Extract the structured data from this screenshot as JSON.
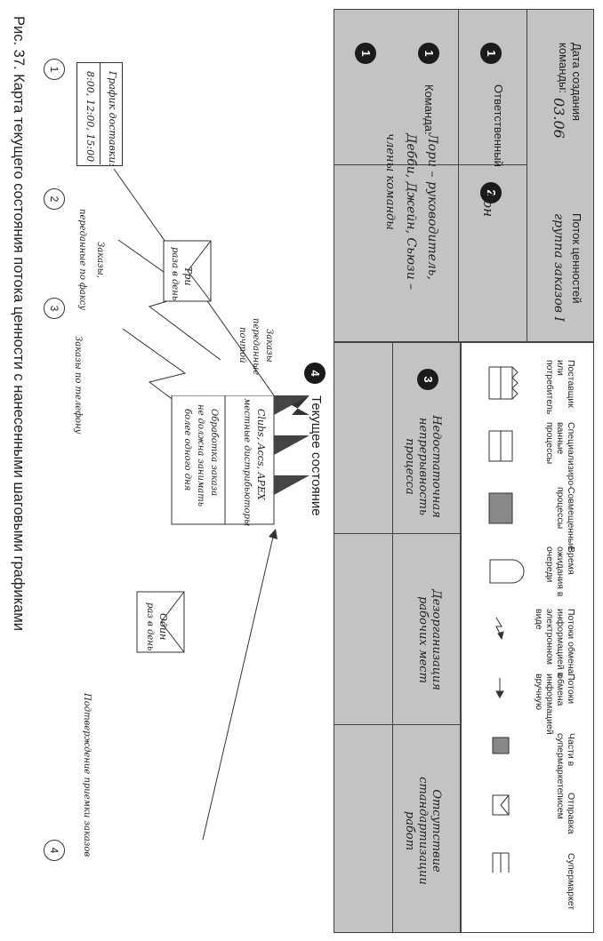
{
  "figure_caption": "Рис. 37. Карта текущего состояния потока ценности с нанесенными шаговыми графиками",
  "header": {
    "date_label": "Дата создания команды:",
    "date_value": "03.06",
    "stream_label": "Поток ценностей",
    "stream_value": "группа заказов I",
    "responsible_label": "Ответственный",
    "responsible_value": "Рон",
    "team_label": "Команда:",
    "team_lead": "Лори – руководитель,",
    "team_members": "Дебби, Джейн, Сьюзи –",
    "team_members_suffix": "члены команды"
  },
  "markers": {
    "one": "1",
    "two": "2",
    "three": "3",
    "four": "4"
  },
  "problems": [
    "Недостаточная непрерывность процесса",
    "Дезорганизация рабочих мест",
    "Отсутствие стандартизации работ"
  ],
  "map": {
    "title": "Текущее состояние",
    "schedule_title": "График доставки:",
    "schedule_times": "8:00, 12:00, 15:00",
    "mail_three_line1": "Три",
    "mail_three_line2": "раза в день",
    "mail_one_line1": "Один",
    "mail_one_line2": "раз в день",
    "fax_label1": "Заказы,",
    "fax_label2": "переданные по факсу",
    "phone_label": "Заказы по телефону",
    "email_label1": "Заказы",
    "email_label2": "переданные",
    "email_label3": "почтой",
    "factory_line1": "Clubs, Accs, APEX",
    "factory_line2": "местные дистрибьюторы",
    "factory_note1": "Обработка заказа",
    "factory_note2": "не должна занимать",
    "factory_note3": "более одного дня",
    "confirm_label": "Подтверждение приемки заказов"
  },
  "legend": [
    {
      "icon": "supplier-icon",
      "label": "Поставщик или потребитель"
    },
    {
      "icon": "process-icon",
      "label": "Специализиро-ванные процессы"
    },
    {
      "icon": "shared-process-icon",
      "label": "Совмещенные процессы"
    },
    {
      "icon": "queue-icon",
      "label": "Время ожидания в очереди"
    },
    {
      "icon": "electronic-flow-icon",
      "label": "Потоки обмена информацией в электронном виде"
    },
    {
      "icon": "manual-flow-icon",
      "label": "Потоки обмена информацией вручную"
    },
    {
      "icon": "supermarket-parts-icon",
      "label": "Части в супермаркете"
    },
    {
      "icon": "mail-icon",
      "label": "Отправка писем"
    },
    {
      "icon": "supermarket-icon",
      "label": "Супермаркет"
    }
  ]
}
